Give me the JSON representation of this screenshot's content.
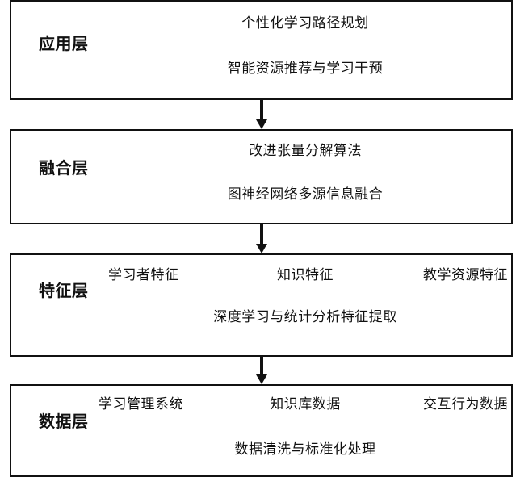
{
  "layers": {
    "application": {
      "title": "应用层",
      "items": [
        "个性化学习路径规划",
        "智能资源推荐与学习干预"
      ]
    },
    "fusion": {
      "title": "融合层",
      "items": [
        "改进张量分解算法",
        "图神经网络多源信息融合"
      ]
    },
    "feature": {
      "title": "特征层",
      "top_items": [
        "学习者特征",
        "知识特征",
        "教学资源特征"
      ],
      "bottom_item": "深度学习与统计分析特征提取"
    },
    "data": {
      "title": "数据层",
      "top_items": [
        "学习管理系统",
        "知识库数据",
        "交互行为数据"
      ],
      "bottom_item": "数据清洗与标准化处理"
    }
  }
}
